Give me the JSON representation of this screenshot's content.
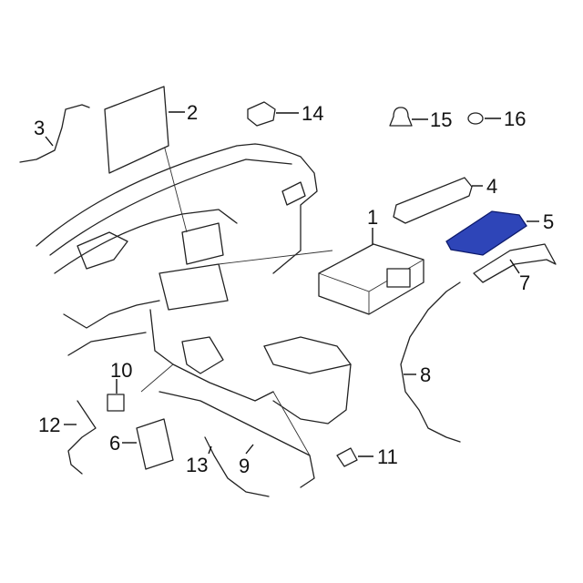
{
  "diagram": {
    "highlight_color": "#2e45b8",
    "callouts": {
      "c1": "1",
      "c2": "2",
      "c3": "3",
      "c4": "4",
      "c5": "5",
      "c6": "6",
      "c7": "7",
      "c8": "8",
      "c9": "9",
      "c10": "10",
      "c11": "11",
      "c12": "12",
      "c13": "13",
      "c14": "14",
      "c15": "15",
      "c16": "16"
    }
  }
}
